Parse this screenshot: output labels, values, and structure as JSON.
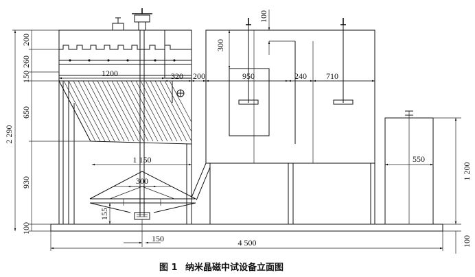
{
  "figure": {
    "caption_number": "图 1",
    "caption_text": "纳米晶磁中试设备立面图"
  },
  "dimensions": {
    "total_height": "2 290",
    "d200_top": "200",
    "d260": "260",
    "d150_left": "150",
    "d650": "650",
    "d930": "930",
    "d100_left": "100",
    "d1200_top": "1200",
    "d320": "320",
    "d200_mid": "200",
    "d300_stir": "300",
    "d100_top": "100",
    "d950": "950",
    "d240": "240",
    "d710": "710",
    "d1150": "1 150",
    "d300_cone": "300",
    "d155": "155",
    "d150_bottom": "150",
    "d4500": "4 500",
    "d550": "550",
    "d1200_right": "1 200",
    "d100_right": "100"
  }
}
